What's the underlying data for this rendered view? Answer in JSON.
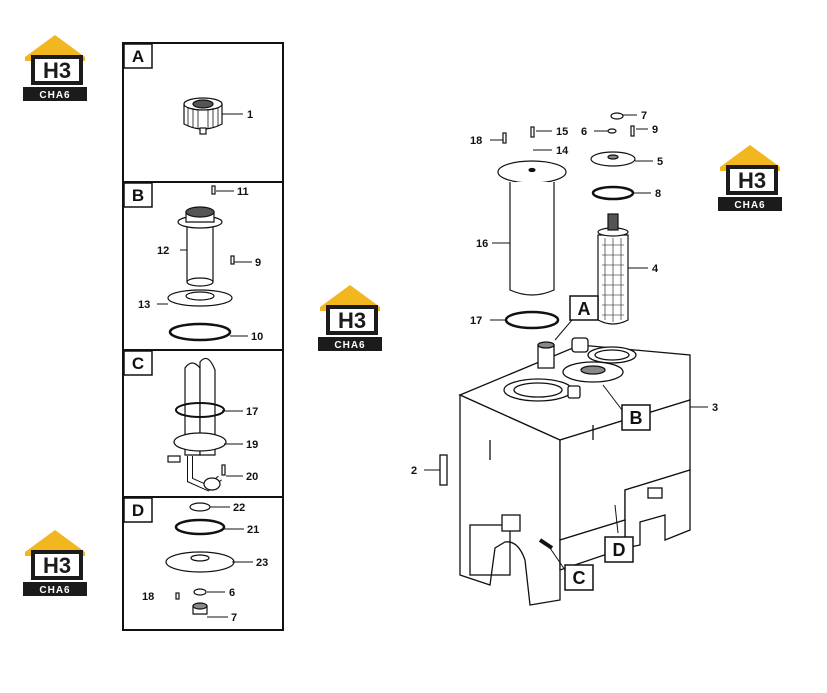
{
  "logo": {
    "mark": "H3",
    "sub": "CHA6",
    "colors": {
      "roof": "#f2b71f",
      "dark": "#1b1b1b",
      "light": "#ffffff"
    }
  },
  "panels": [
    {
      "letter": "A",
      "parts": [
        {
          "num": "1"
        }
      ]
    },
    {
      "letter": "B",
      "parts": [
        {
          "num": "11"
        },
        {
          "num": "12"
        },
        {
          "num": "9"
        },
        {
          "num": "13"
        },
        {
          "num": "10"
        }
      ]
    },
    {
      "letter": "C",
      "parts": [
        {
          "num": "17"
        },
        {
          "num": "19"
        },
        {
          "num": "20"
        }
      ]
    },
    {
      "letter": "D",
      "parts": [
        {
          "num": "22"
        },
        {
          "num": "21"
        },
        {
          "num": "23"
        },
        {
          "num": "18"
        },
        {
          "num": "6"
        },
        {
          "num": "7"
        }
      ]
    }
  ],
  "main": {
    "parts": [
      {
        "num": "18"
      },
      {
        "num": "15"
      },
      {
        "num": "14"
      },
      {
        "num": "7"
      },
      {
        "num": "6"
      },
      {
        "num": "9"
      },
      {
        "num": "5"
      },
      {
        "num": "8"
      },
      {
        "num": "16"
      },
      {
        "num": "4"
      },
      {
        "num": "17"
      },
      {
        "num": "3"
      },
      {
        "num": "2"
      }
    ],
    "callouts": [
      {
        "letter": "A"
      },
      {
        "letter": "B"
      },
      {
        "letter": "D"
      },
      {
        "letter": "C"
      }
    ]
  }
}
